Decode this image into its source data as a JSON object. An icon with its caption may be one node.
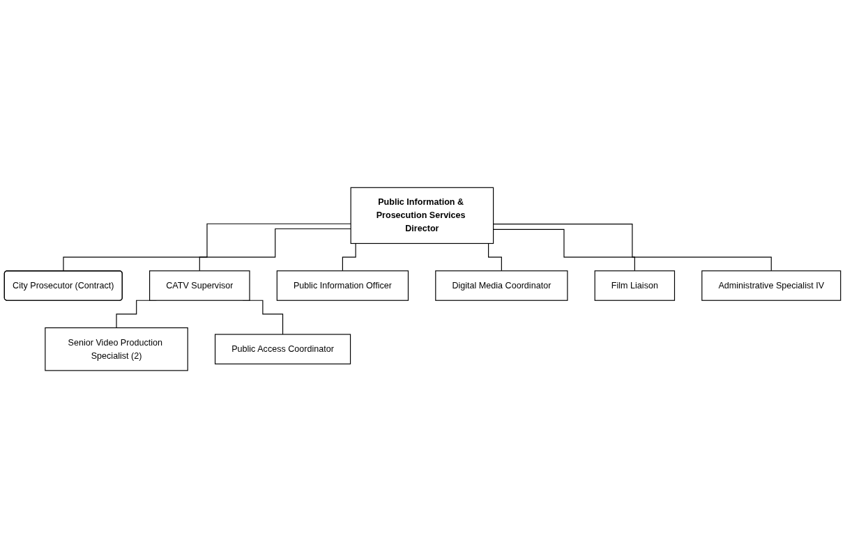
{
  "diagram": {
    "nodes": [
      {
        "text": [
          "Public Information & Prosecution Services Director"
        ]
      },
      {
        "text": [
          "City Prosecutor (Contract)"
        ]
      },
      {
        "text": [
          "CATV Supervisor"
        ]
      },
      {
        "text": [
          "Public Information Officer"
        ]
      },
      {
        "text": [
          "Digital Media Coordinator"
        ]
      },
      {
        "text": [
          "Film Liaison"
        ]
      },
      {
        "text": [
          "Administrative Specialist IV"
        ]
      },
      {
        "text": [
          "Senior Video Production Specialist (2)"
        ]
      },
      {
        "text": [
          "Public Access Coordinator"
        ]
      }
    ],
    "edges": [
      {
        "from": 0,
        "to": 1,
        "arrow": "none"
      },
      {
        "from": 0,
        "to": 2,
        "arrow": "none"
      },
      {
        "from": 0,
        "to": 3,
        "arrow": "none"
      },
      {
        "from": 0,
        "to": 4,
        "arrow": "none"
      },
      {
        "from": 0,
        "to": 5,
        "arrow": "none"
      },
      {
        "from": 0,
        "to": 6,
        "arrow": "none"
      },
      {
        "from": 2,
        "to": 7,
        "arrow": "none"
      },
      {
        "from": 2,
        "to": 8,
        "arrow": "none"
      }
    ]
  }
}
